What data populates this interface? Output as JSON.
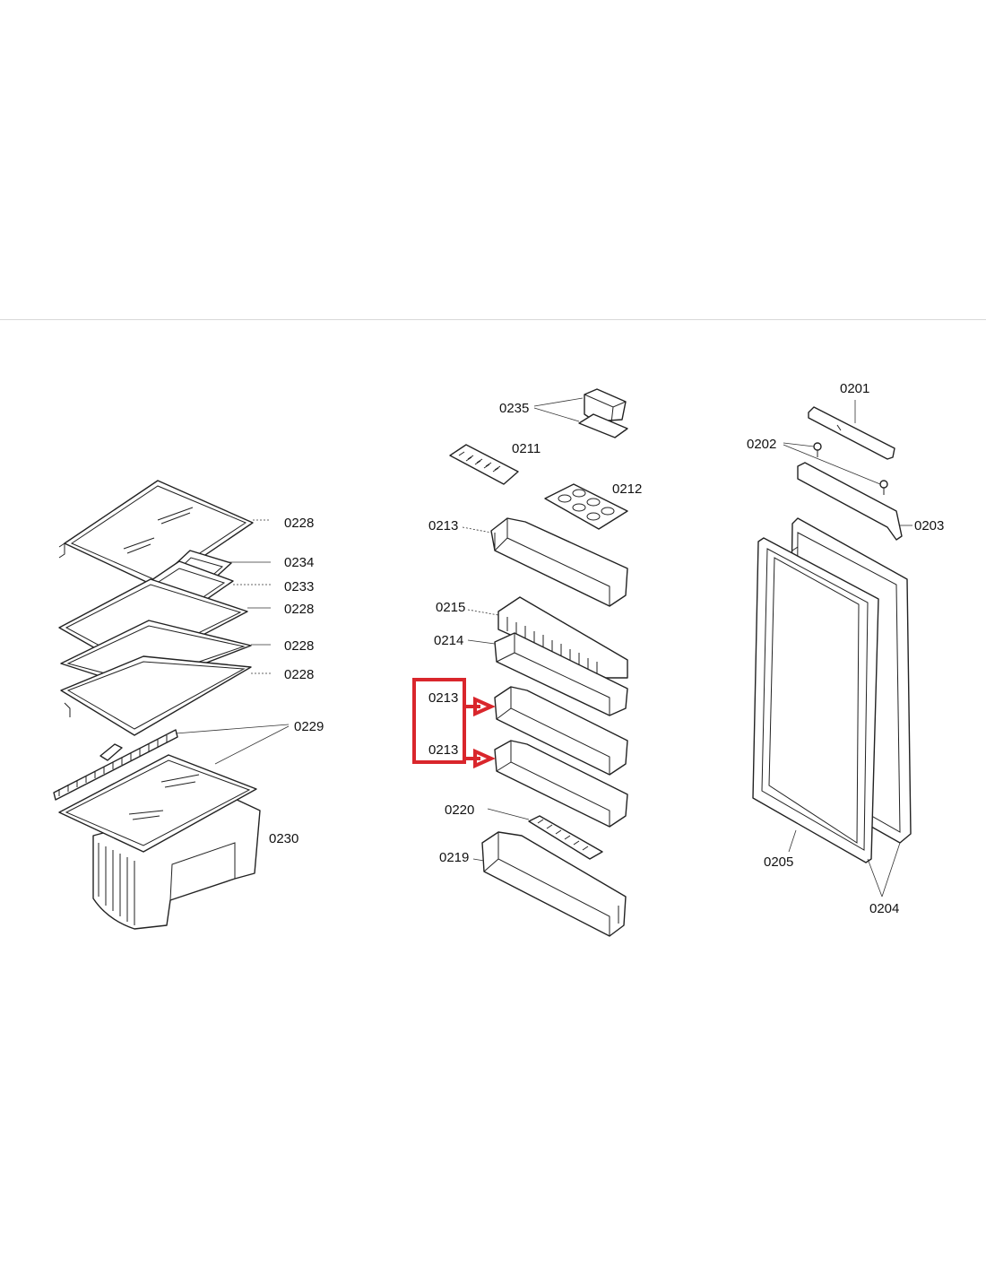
{
  "labels": {
    "l0201": "0201",
    "l0202": "0202",
    "l0203": "0203",
    "l0204": "0204",
    "l0205": "0205",
    "l0211": "0211",
    "l0212": "0212",
    "l0213_top": "0213",
    "l0213_mid": "0213",
    "l0213_low": "0213",
    "l0214": "0214",
    "l0215": "0215",
    "l0219": "0219",
    "l0220": "0220",
    "l0228_a": "0228",
    "l0228_b": "0228",
    "l0228_c": "0228",
    "l0228_d": "0228",
    "l0229": "0229",
    "l0230": "0230",
    "l0233": "0233",
    "l0234": "0234",
    "l0235": "0235"
  },
  "colors": {
    "highlight": "#d9262c",
    "line": "#222222",
    "divider": "#d8d8d8"
  }
}
